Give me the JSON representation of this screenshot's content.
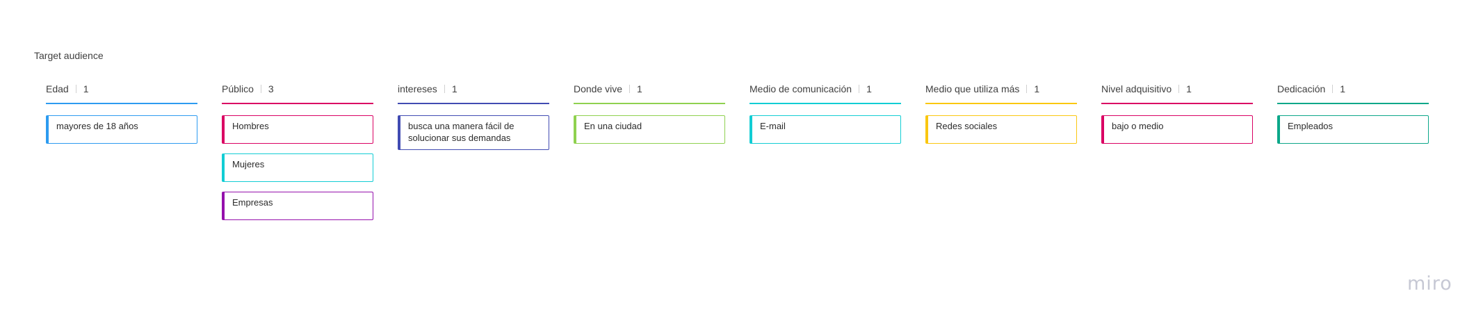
{
  "frame": {
    "title": "Target audience"
  },
  "columns": [
    {
      "title": "Edad",
      "count": "1",
      "color": "#2d9bf0",
      "cards": [
        {
          "text": "mayores de 18 años",
          "color": "#2d9bf0"
        }
      ]
    },
    {
      "title": "Público",
      "count": "3",
      "color": "#da0063",
      "cards": [
        {
          "text": "Hombres",
          "color": "#da0063"
        },
        {
          "text": "Mujeres",
          "color": "#12cdd4"
        },
        {
          "text": "Empresas",
          "color": "#9510ac"
        }
      ]
    },
    {
      "title": "intereses",
      "count": "1",
      "color": "#414bb2",
      "cards": [
        {
          "text": "busca una manera fácil de solucionar sus demandas",
          "color": "#414bb2"
        }
      ]
    },
    {
      "title": "Donde vive",
      "count": "1",
      "color": "#8fd14f",
      "cards": [
        {
          "text": "En una ciudad",
          "color": "#8fd14f"
        }
      ]
    },
    {
      "title": "Medio de comunicación",
      "count": "1",
      "color": "#12cdd4",
      "cards": [
        {
          "text": "E-mail",
          "color": "#12cdd4"
        }
      ]
    },
    {
      "title": "Medio que utiliza más",
      "count": "1",
      "color": "#fac710",
      "cards": [
        {
          "text": "Redes sociales",
          "color": "#fac710"
        }
      ]
    },
    {
      "title": "Nivel adquisitivo",
      "count": "1",
      "color": "#da0063",
      "cards": [
        {
          "text": "bajo o medio",
          "color": "#da0063"
        }
      ]
    },
    {
      "title": "Dedicación",
      "count": "1",
      "color": "#0ca789",
      "cards": [
        {
          "text": "Empleados",
          "color": "#0ca789"
        }
      ]
    }
  ],
  "branding": {
    "logo": "miro"
  }
}
